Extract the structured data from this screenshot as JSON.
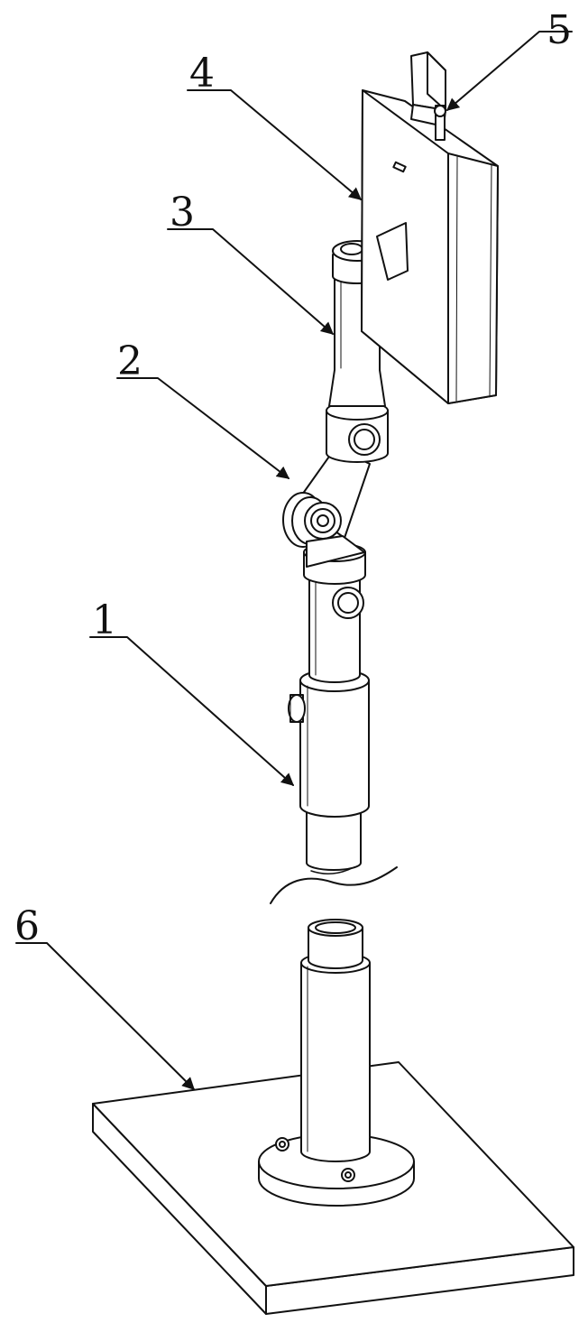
{
  "diagram": {
    "labels": [
      {
        "id": "1",
        "text": "1"
      },
      {
        "id": "2",
        "text": "2"
      },
      {
        "id": "3",
        "text": "3"
      },
      {
        "id": "4",
        "text": "4"
      },
      {
        "id": "5",
        "text": "5"
      },
      {
        "id": "6",
        "text": "6"
      }
    ]
  },
  "colors": {
    "line": "#111111",
    "fill": "#ffffff"
  }
}
